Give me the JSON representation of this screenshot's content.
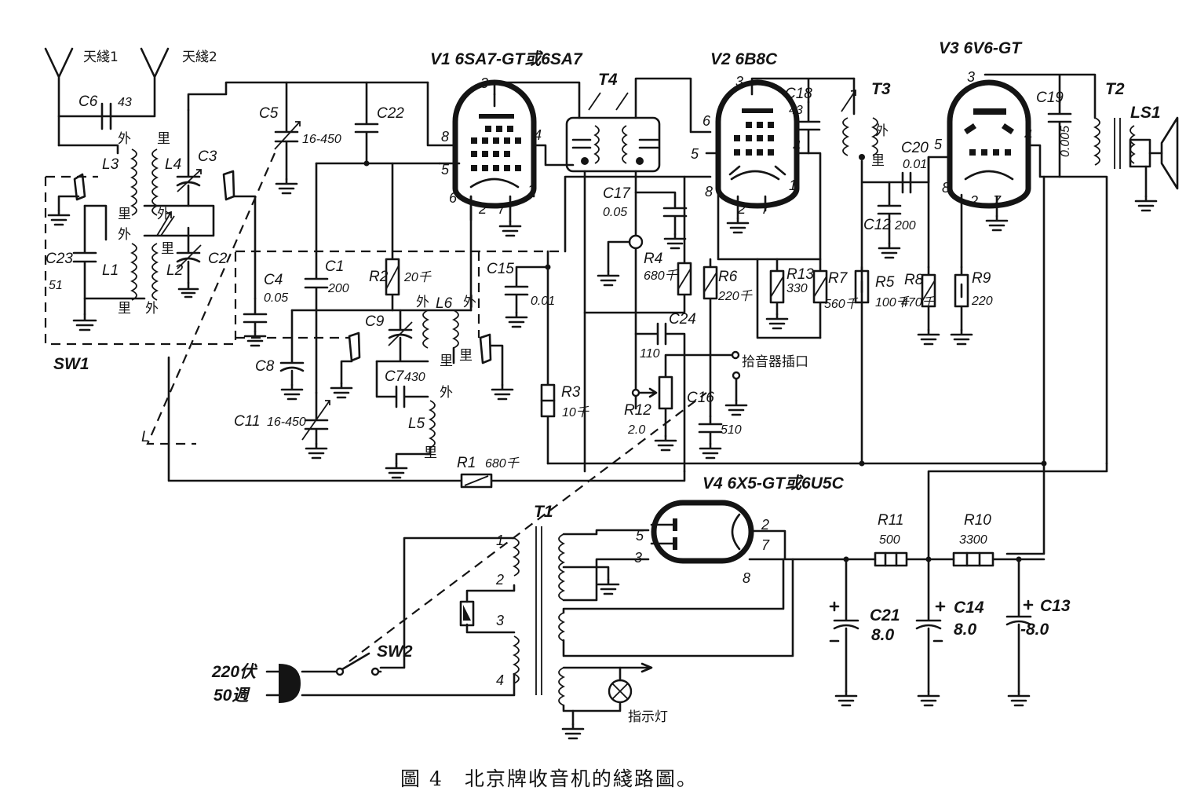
{
  "figure": {
    "caption": "圖 4　北京牌收音机的綫路圖。"
  },
  "tubes": {
    "v1": "V1 6SA7-GT或6SA7",
    "v2": "V2 6B8C",
    "v3": "V3 6V6-GT",
    "v4": "V4 6X5-GT或6U5C"
  },
  "antennas": {
    "a1": "天綫1",
    "a2": "天綫2"
  },
  "components": {
    "c6": "C6",
    "c6v": "43",
    "c5": "C5",
    "c5v": "16-450",
    "c22": "C22",
    "c3": "C3",
    "c2": "C2",
    "c23": "C23",
    "c23v": "51",
    "c4": "C4",
    "c4v": "0.05",
    "c1": "C1",
    "c1v": "200",
    "c8": "C8",
    "c9": "C9",
    "c7": "C7",
    "c7v": "430",
    "c11": "C11",
    "c11v": "16-450",
    "c15": "C15",
    "c15v": "0.01",
    "c17": "C17",
    "c17v": "0.05",
    "c18": "C18",
    "c18v": "43",
    "c24": "C24",
    "c24v": "110",
    "c16": "C16",
    "c16v": "510",
    "c19": "C19",
    "c19v": "0.005",
    "c20": "C20",
    "c20v": "0.01",
    "c12": "C12",
    "c12v": "200",
    "c21": "C21",
    "c21v": "8.0",
    "c14": "C14",
    "c14v": "8.0",
    "c13": "C13",
    "c13v": "-8.0",
    "r1": "R1",
    "r1v": "680千",
    "r2": "R2",
    "r2v": "20千",
    "r3": "R3",
    "r3v": "10千",
    "r4": "R4",
    "r4v": "680千",
    "r5": "R5",
    "r5v": "100千",
    "r6": "R6",
    "r6v": "220千",
    "r7": "R7",
    "r7v": "560千",
    "r8": "R8",
    "r8v": "470千",
    "r9": "R9",
    "r9v": "220",
    "r10": "R10",
    "r10v": "3300",
    "r11": "R11",
    "r11v": "500",
    "r12": "R12",
    "r12v": "2.0",
    "r13": "R13",
    "r13v": "330",
    "l1": "L1",
    "l2": "L2",
    "l3": "L3",
    "l4": "L4",
    "l5": "L5",
    "l6": "L6",
    "t1": "T1",
    "t2": "T2",
    "t3": "T3",
    "t4": "T4",
    "ls1": "LS1",
    "sw1": "SW1",
    "sw2": "SW2"
  },
  "coil_marks": {
    "outer": "外",
    "inner": "里"
  },
  "labels": {
    "pickup": "拾音器插口",
    "indicator": "指示灯",
    "mains_voltage": "220伏",
    "mains_freq": "50週"
  },
  "pins": {
    "p1": "1",
    "p2": "2",
    "p3": "3",
    "p4": "4",
    "p5": "5",
    "p6": "6",
    "p7": "7",
    "p8": "8"
  }
}
